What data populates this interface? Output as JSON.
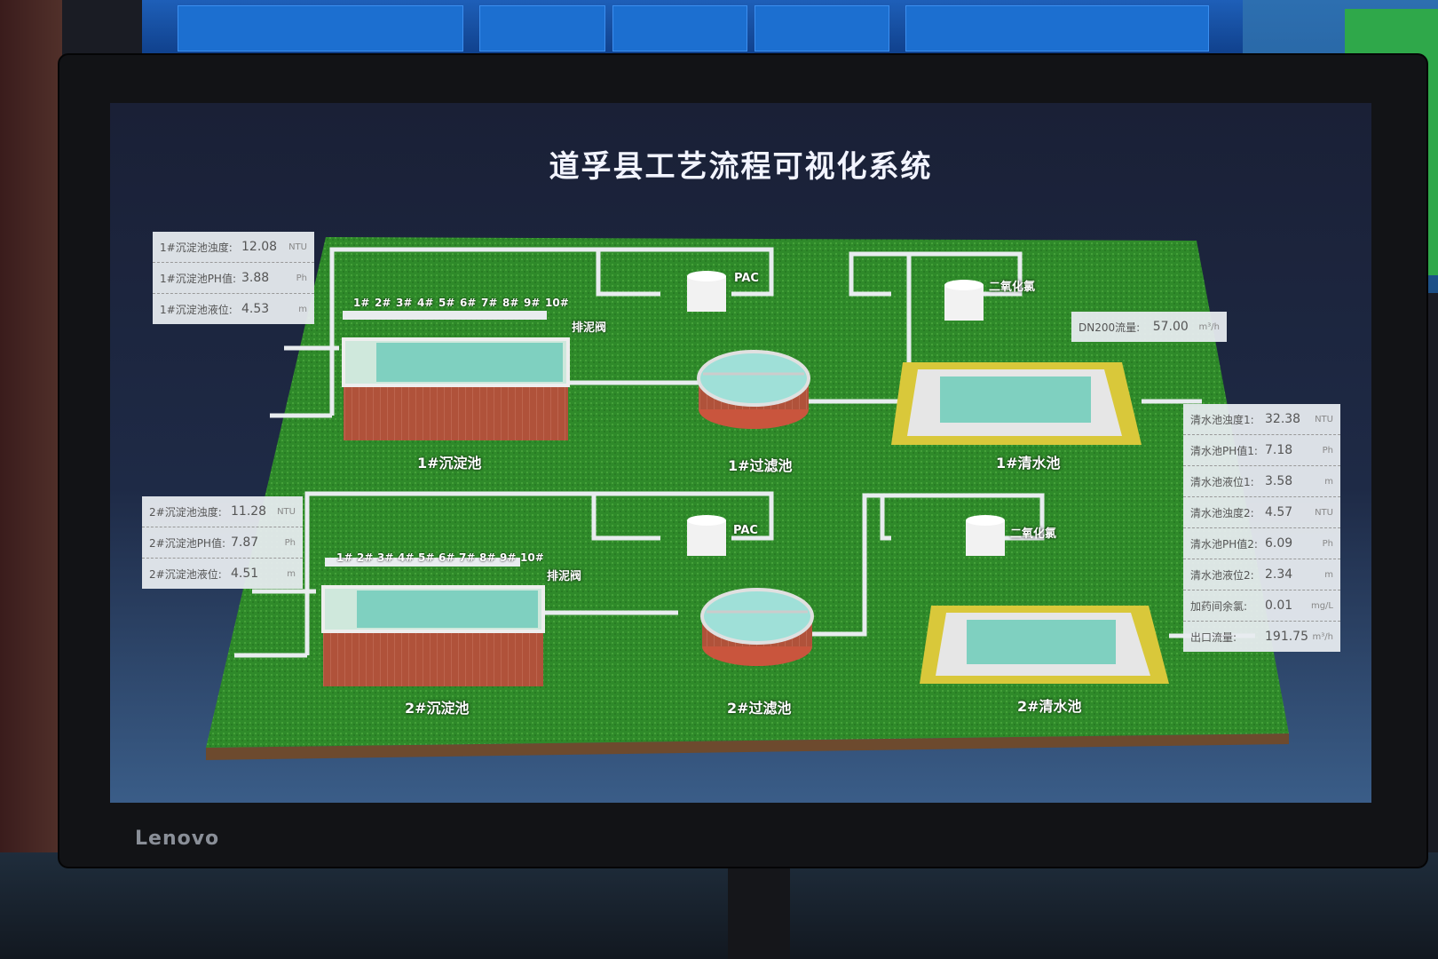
{
  "title": "道孚县工艺流程可视化系统",
  "brand": "Lenovo",
  "left_panel_1": [
    {
      "label": "1#沉淀池浊度:",
      "value": "12.08",
      "unit": "NTU"
    },
    {
      "label": "1#沉淀池PH值:",
      "value": "3.88",
      "unit": "Ph"
    },
    {
      "label": "1#沉淀池液位:",
      "value": "4.53",
      "unit": "m"
    }
  ],
  "left_panel_2": [
    {
      "label": "2#沉淀池浊度:",
      "value": "11.28",
      "unit": "NTU"
    },
    {
      "label": "2#沉淀池PH值:",
      "value": "7.87",
      "unit": "Ph"
    },
    {
      "label": "2#沉淀池液位:",
      "value": "4.51",
      "unit": "m"
    }
  ],
  "right_panel": [
    {
      "label": "清水池浊度1:",
      "value": "32.38",
      "unit": "NTU"
    },
    {
      "label": "清水池PH值1:",
      "value": "7.18",
      "unit": "Ph"
    },
    {
      "label": "清水池液位1:",
      "value": "3.58",
      "unit": "m"
    },
    {
      "label": "清水池浊度2:",
      "value": "4.57",
      "unit": "NTU"
    },
    {
      "label": "清水池PH值2:",
      "value": "6.09",
      "unit": "Ph"
    },
    {
      "label": "清水池液位2:",
      "value": "2.34",
      "unit": "m"
    },
    {
      "label": "加药间余氯:",
      "value": "0.01",
      "unit": "mg/L"
    },
    {
      "label": "出口流量:",
      "value": "191.75",
      "unit": "m³/h"
    }
  ],
  "dn200": {
    "label": "DN200流量:",
    "value": "57.00",
    "unit": "m³/h"
  },
  "facilities": {
    "sed1": "1#沉淀池",
    "filter1": "1#过滤池",
    "clear1": "1#清水池",
    "sed2": "2#沉淀池",
    "filter2": "2#过滤池",
    "clear2": "2#清水池",
    "pac": "PAC",
    "clo2": "二氧化氯",
    "sludge_valve": "排泥阀"
  },
  "valves": [
    "1#",
    "2#",
    "3#",
    "4#",
    "5#",
    "6#",
    "7#",
    "8#",
    "9#",
    "10#"
  ],
  "colors": {
    "grass": "#2f8a2a",
    "pipe": "#e8ecef",
    "tank_wall": "#b0523a",
    "water": "#7fd0c0",
    "screen_bg": "#1c2540"
  }
}
